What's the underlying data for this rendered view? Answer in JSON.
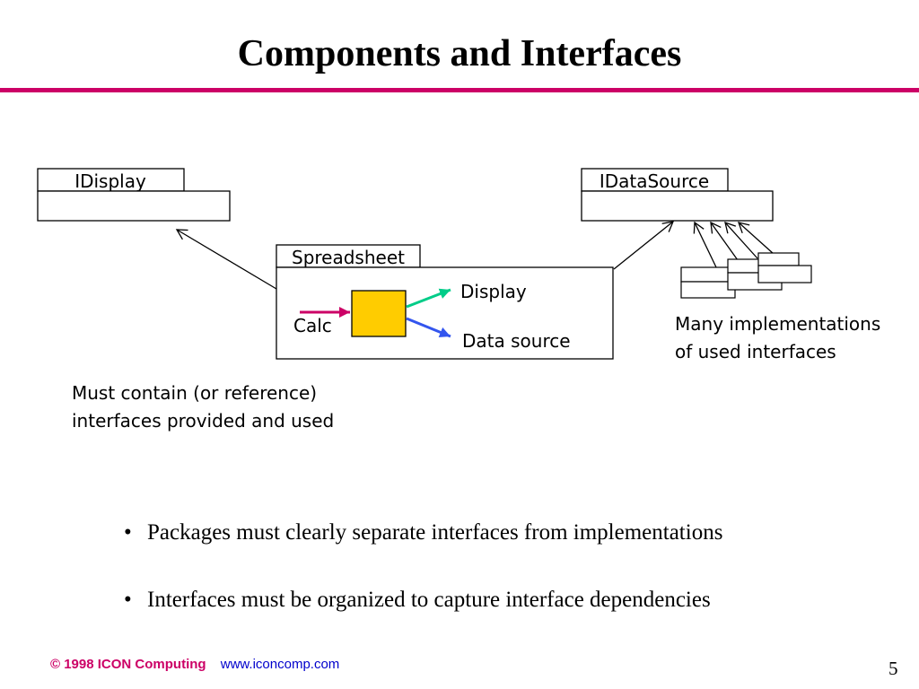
{
  "slide": {
    "title": "Components and Interfaces",
    "page_number": "5"
  },
  "diagram": {
    "interfaces": {
      "idisplay": "IDisplay",
      "idatasource": "IDataSource"
    },
    "component": {
      "name": "Spreadsheet",
      "display_port": "Display",
      "calc_label": "Calc",
      "datasource_port": "Data source"
    },
    "implementations_note": [
      "Many implementations",
      "of used interfaces"
    ],
    "contain_note": [
      "Must contain (or reference)",
      "interfaces provided and used"
    ]
  },
  "bullets": [
    "Packages must clearly separate interfaces from implementations",
    "Interfaces must be organized to capture interface dependencies"
  ],
  "footer": {
    "copyright": "© 1998 ICON Computing",
    "url": "www.iconcomp.com"
  },
  "colors": {
    "accent": "#cc0066",
    "calc_box": "#ffcc00",
    "display_arrow": "#00cc88",
    "datasource_arrow": "#3355ee",
    "url": "#0000cc"
  }
}
